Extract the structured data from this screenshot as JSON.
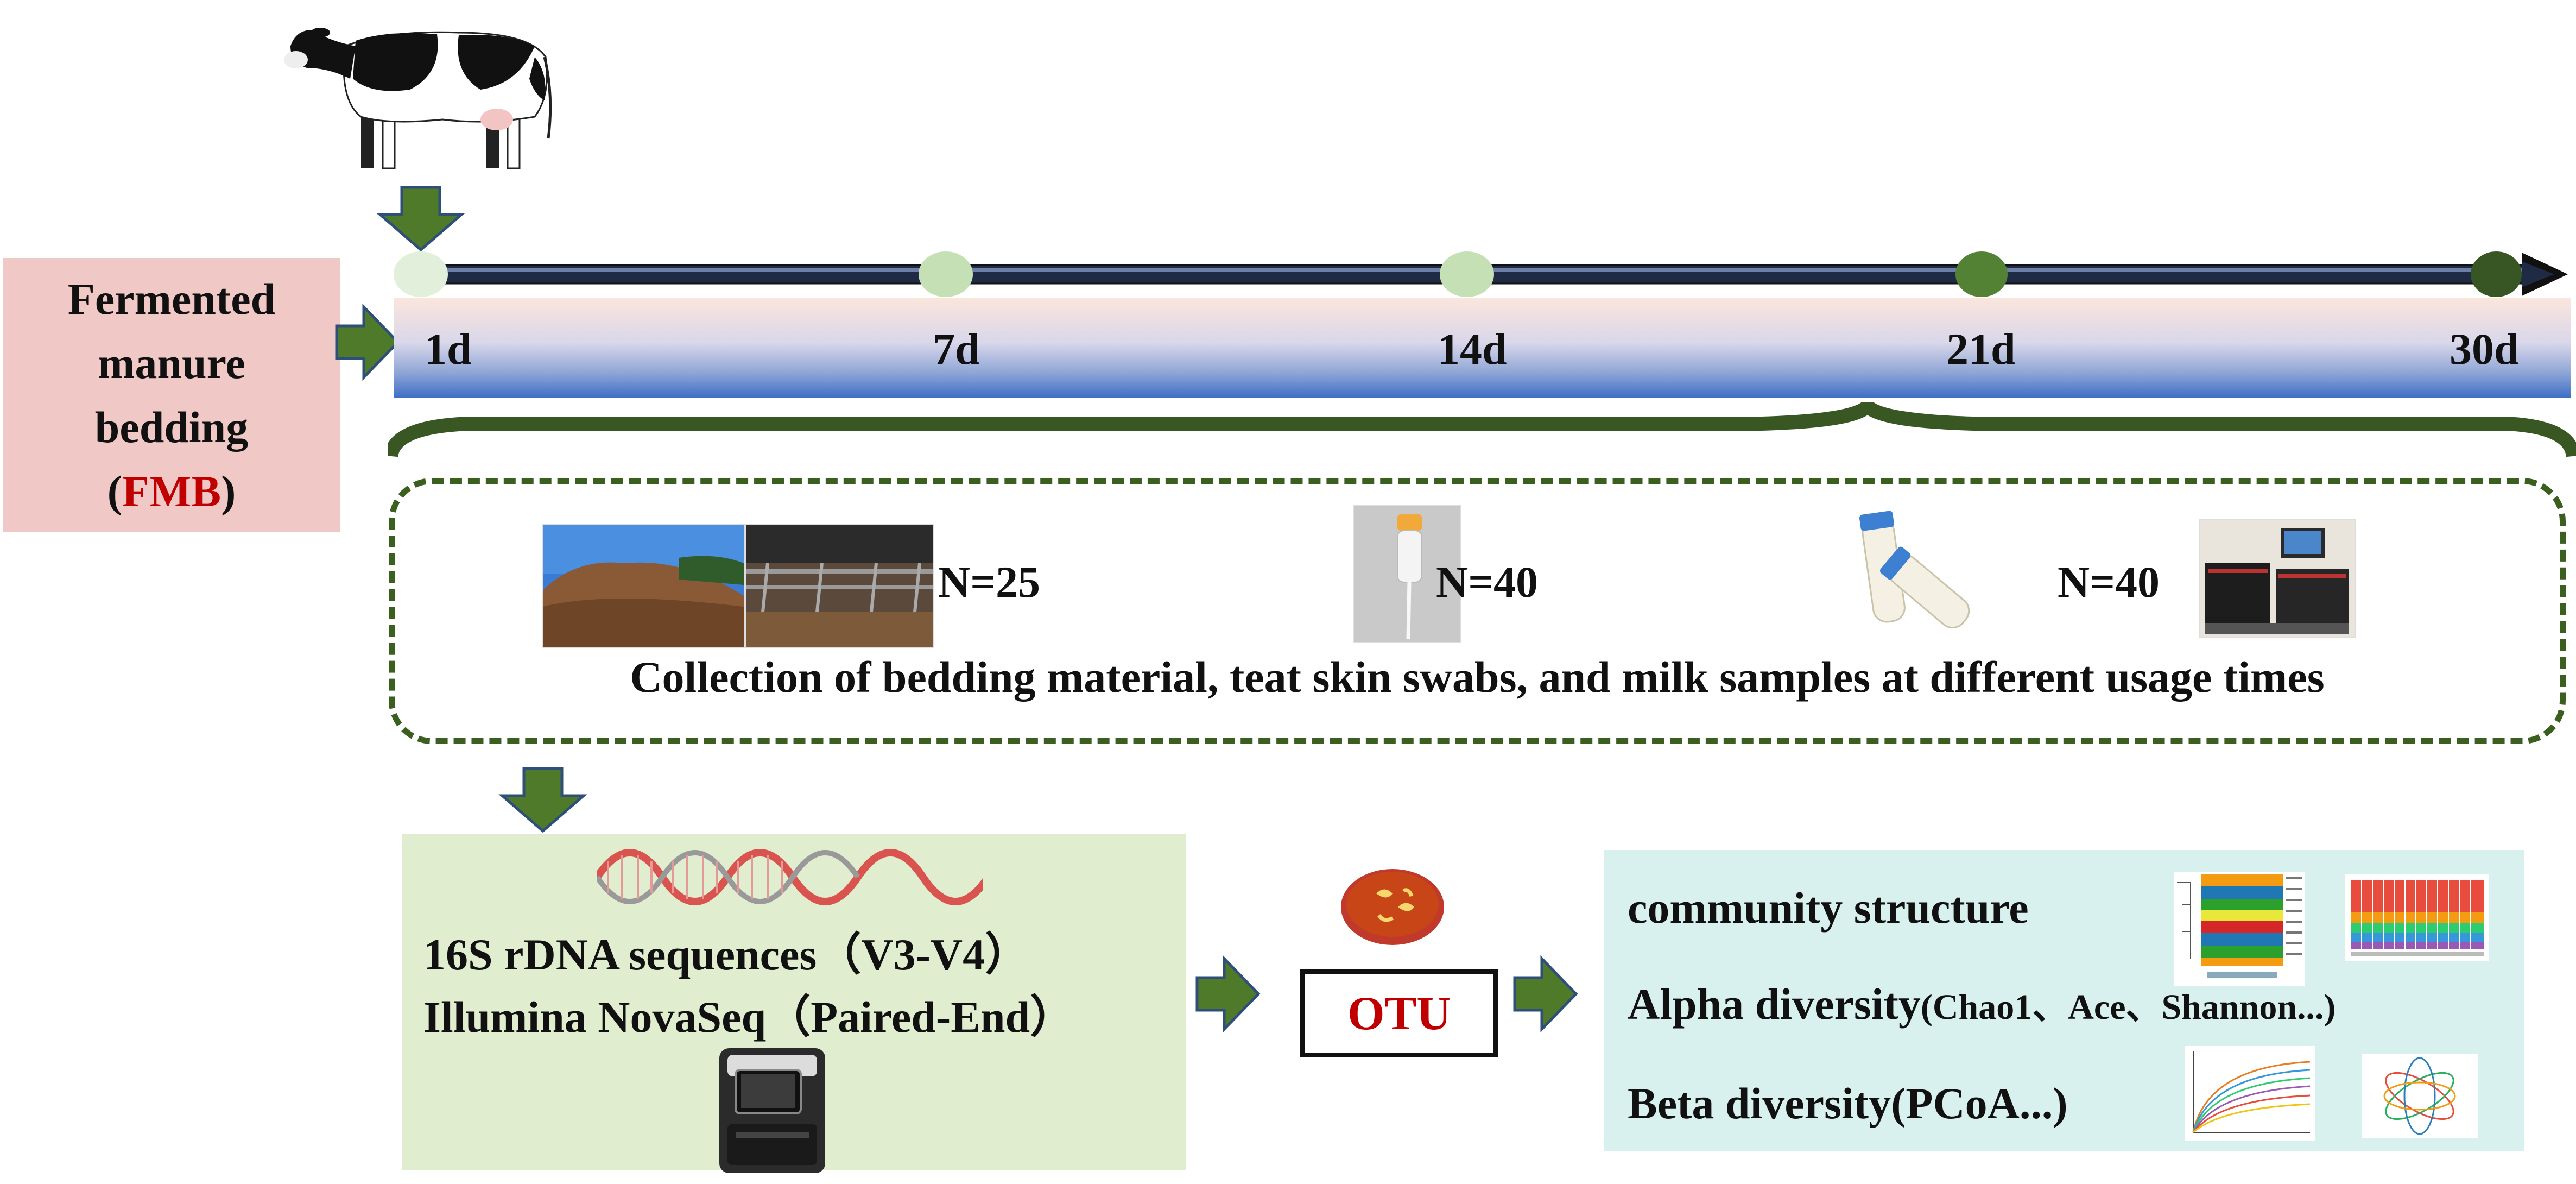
{
  "fmb": {
    "line1": "Fermented",
    "line2": "manure",
    "line3": "bedding",
    "abbr_open": "(",
    "abbr": "FMB",
    "abbr_close": ")"
  },
  "timeline": {
    "days": [
      "1d",
      "7d",
      "14d",
      "21d",
      "30d"
    ],
    "dot_colors": [
      "#e2efda",
      "#c5e0b4",
      "#c5e0b4",
      "#548235",
      "#375623"
    ]
  },
  "collection": {
    "n1": "N=25",
    "n2": "N=40",
    "n3": "N=40",
    "caption": "Collection of bedding material, teat skin swabs, and milk samples at different usage times"
  },
  "sequencing": {
    "line1": "16S rDNA sequences（V3-V4）",
    "line2": "Illumina NovaSeq（Paired-End）"
  },
  "otu": {
    "label": "OTU"
  },
  "analysis": {
    "line1": "community structure",
    "line2_main": "Alpha diversity",
    "line2_small": "(Chao1、Ace、Shannon...)",
    "line3": "Beta diversity(PCoA...)"
  },
  "colors": {
    "arrow_green": "#4e7a2a",
    "arrow_outline": "#2e4f7a",
    "brace_green": "#385723",
    "fmb_red": "#c00000"
  }
}
